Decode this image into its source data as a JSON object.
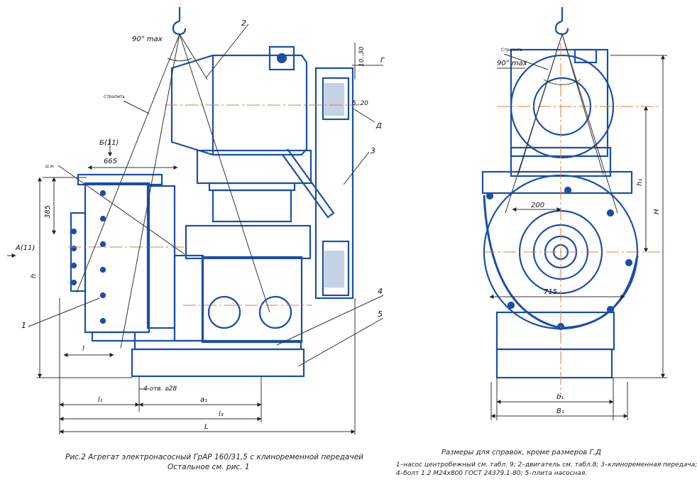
{
  "figure": {
    "caption_line1": "Рис.2 Агрегат электронасосный ГрАР 160/31,5 с клиноременной передачей",
    "caption_line2": "Остальное см. рис. 1",
    "note_line1": "Размеры для справок, кроме размеров Г,Д",
    "note_line2": "1–насос центробежный см. табл. 9; 2–двигатель см. табл.8; 3–клиноременная передача;",
    "note_line3": "4–болт 1.2 М24х800 ГОСТ 24379.1-80; 5–плита насосная."
  },
  "labels": {
    "angle_left": "90° max",
    "angle_right": "90° max",
    "sling_left": "Стропить",
    "sling_right": "Стропить",
    "pos1": "1",
    "pos2": "2",
    "pos3": "3",
    "pos4": "4",
    "pos5": "5",
    "view_b": "Б(11)",
    "view_a": "А(11)",
    "dim_665": "665",
    "dim_385": "385",
    "dim_h": "h",
    "dim_l": "l",
    "dim_l1": "l₁",
    "dim_a1": "a₁",
    "dim_l3": "l₃",
    "dim_L": "L",
    "holes": "4 отв. ⌀28",
    "dim_10_30": "10..30",
    "dim_G": "Г",
    "dim_5_20": "5..20",
    "dim_D": "Д",
    "dim_200": "200",
    "dim_715": "715",
    "dim_h1": "h₁",
    "dim_H": "H",
    "dim_b1": "b₁",
    "dim_B1": "B₁",
    "cm": "Ц.м."
  },
  "colors": {
    "outline": "#1a4fa8",
    "line": "#333333",
    "axis": "#e07b39"
  }
}
